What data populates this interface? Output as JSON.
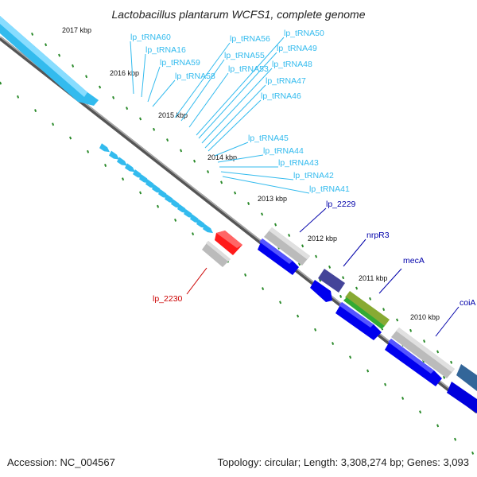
{
  "title": "Lactobacillus plantarum WCFS1, complete genome",
  "accession": "Accession: NC_004567",
  "topology": "Topology: circular; Length: 3,308,274 bp; Genes: 3,093",
  "colors": {
    "trna": "#33bbee",
    "backbone": "#777777",
    "tick": "#2a8a2a",
    "forward_gene": "#0000ff",
    "unknown_gene": "#bbbbbb",
    "highlight_gene": "#ff0000",
    "label_blue": "#0000aa",
    "label_red": "#cc0000"
  },
  "kbp_labels": [
    "2017 kbp",
    "2016 kbp",
    "2015 kbp",
    "2014 kbp",
    "2013 kbp",
    "2012 kbp",
    "2011 kbp",
    "2010 kbp"
  ],
  "trna_labels": [
    "lp_tRNA60",
    "lp_tRNA56",
    "lp_tRNA50",
    "lp_tRNA16",
    "lp_tRNA55",
    "lp_tRNA49",
    "lp_tRNA59",
    "lp_tRNA53",
    "lp_tRNA48",
    "lp_tRNA58",
    "lp_tRNA47",
    "lp_tRNA46",
    "lp_tRNA45",
    "lp_tRNA44",
    "lp_tRNA43",
    "lp_tRNA42",
    "lp_tRNA41"
  ],
  "gene_labels": [
    "lp_2229",
    "nrpR3",
    "mecA",
    "coiA"
  ],
  "highlight_label": "lp_2230"
}
